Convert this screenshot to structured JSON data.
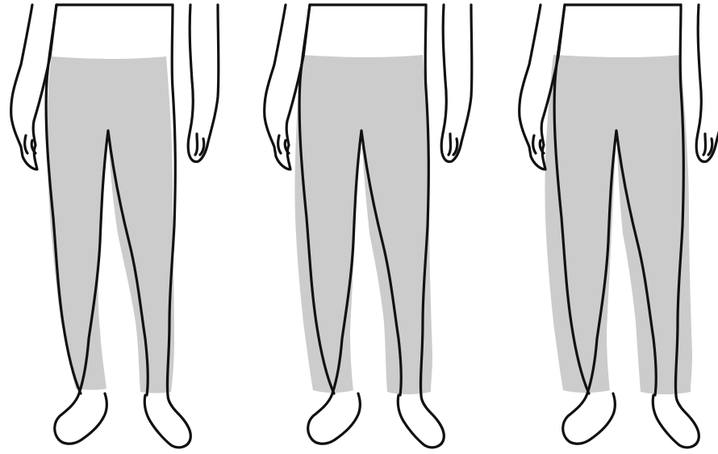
{
  "figures": [
    {
      "id": "slim-fit",
      "fit": "slim"
    },
    {
      "id": "regular-fit",
      "fit": "regular"
    },
    {
      "id": "relaxed-fit",
      "fit": "relaxed"
    }
  ],
  "colors": {
    "outline": "#111111",
    "garment": "#cccccc",
    "background": "#ffffff"
  }
}
